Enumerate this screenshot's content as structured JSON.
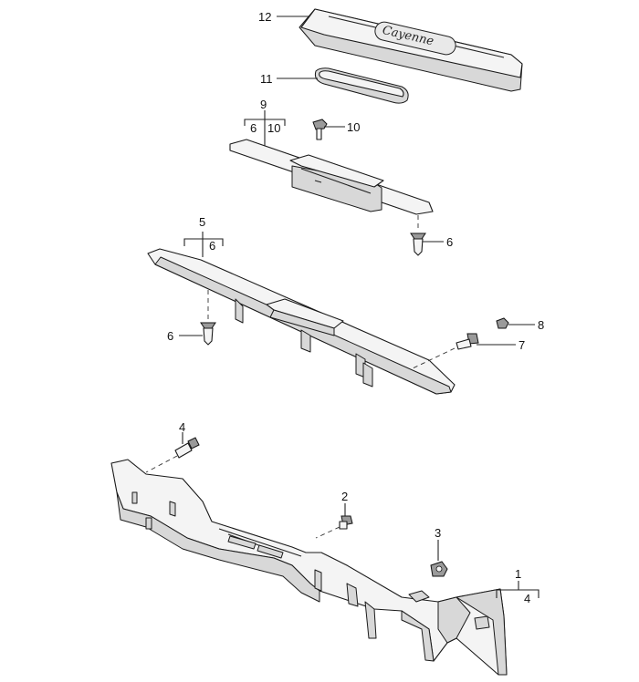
{
  "callouts": {
    "c12": "12",
    "c11": "11",
    "c9": "9",
    "c9_sub_a": "6",
    "c9_sub_b": "10",
    "c10": "10",
    "c6_top": "6",
    "c5": "5",
    "c5_sub": "6",
    "c8": "8",
    "c7": "7",
    "c6_left": "6",
    "c4": "4",
    "c2": "2",
    "c3": "3",
    "c1": "1",
    "c1_sub": "4"
  },
  "emblem_text": "Cayenne"
}
